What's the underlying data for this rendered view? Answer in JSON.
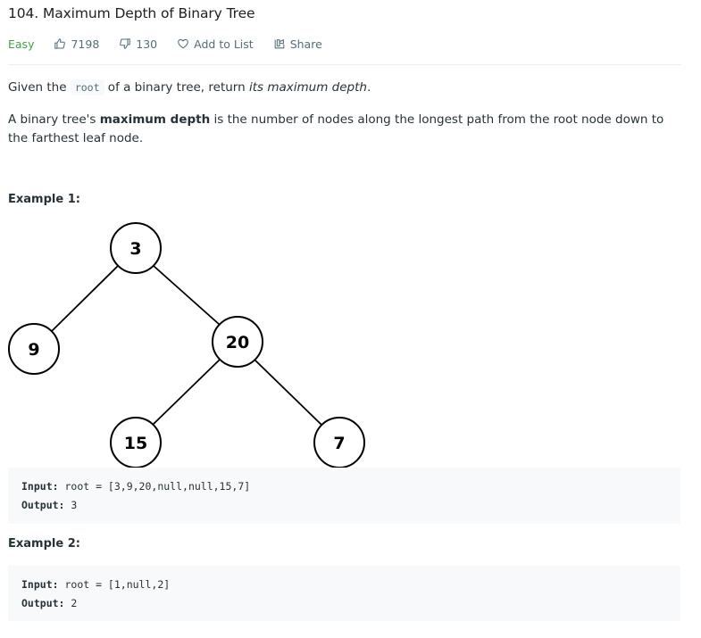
{
  "problem": {
    "title": "104. Maximum Depth of Binary Tree",
    "difficulty": "Easy",
    "likes": "7198",
    "dislikes": "130",
    "add_to_list": "Add to List",
    "share": "Share"
  },
  "description": {
    "p1_before": "Given the ",
    "p1_code": "root",
    "p1_middle": " of a binary tree, return ",
    "p1_italic": "its maximum depth",
    "p1_end": ".",
    "p2_before": "A binary tree's ",
    "p2_bold": "maximum depth",
    "p2_after": " is the number of nodes along the longest path from the root node down to the farthest leaf node."
  },
  "examples": [
    {
      "heading": "Example 1:",
      "input_label": "Input:",
      "input_value": " root = [3,9,20,null,null,15,7]",
      "output_label": "Output:",
      "output_value": " 3",
      "tree_nodes": [
        "3",
        "9",
        "20",
        "15",
        "7"
      ]
    },
    {
      "heading": "Example 2:",
      "input_label": "Input:",
      "input_value": " root = [1,null,2]",
      "output_label": "Output:",
      "output_value": " 2"
    }
  ],
  "colors": {
    "difficulty_easy": "#43a047",
    "code_background": "#f7f9fa",
    "meta_text": "#546e7a"
  },
  "icons": [
    "thumbs-up-icon",
    "thumbs-down-icon",
    "heart-icon",
    "share-icon"
  ]
}
